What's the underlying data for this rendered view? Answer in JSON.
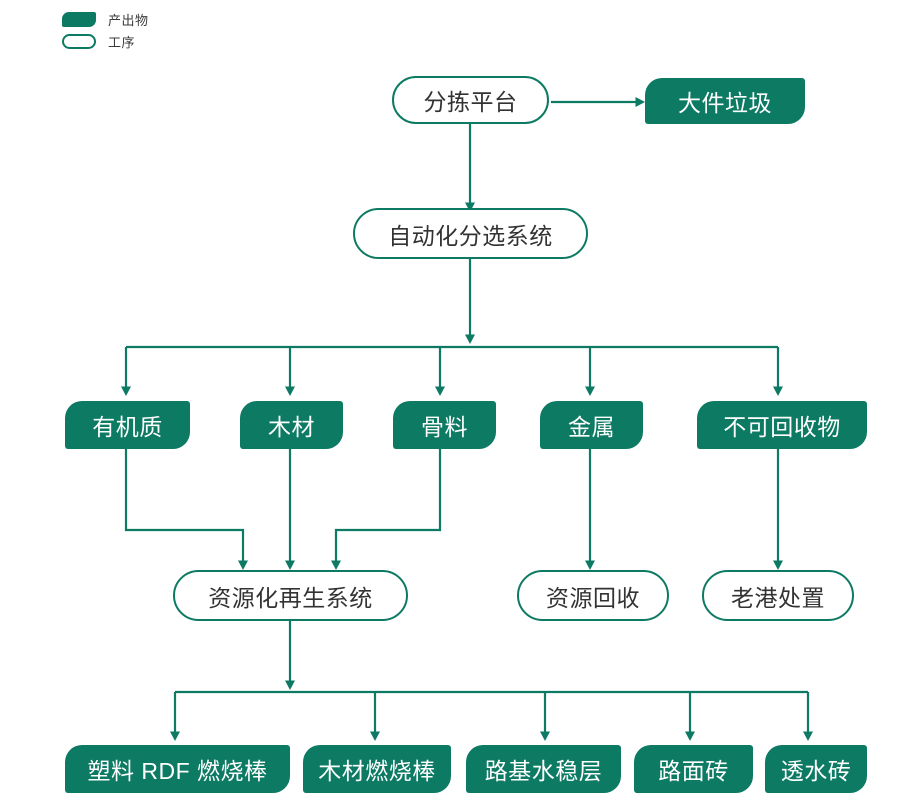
{
  "legend": {
    "items": [
      {
        "label": "产出物",
        "type": "output"
      },
      {
        "label": "工序",
        "type": "process"
      }
    ]
  },
  "colors": {
    "accent": "#0d7a63",
    "output_fill": "#0d7a63",
    "output_text": "#ffffff",
    "process_text": "#333333",
    "process_fill": "#ffffff",
    "background": "#ffffff",
    "legend_text": "#3b3b3b"
  },
  "nodes": {
    "sorting_platform": "分拣平台",
    "bulky_waste": "大件垃圾",
    "auto_sorting_system": "自动化分选系统",
    "organic": "有机质",
    "wood": "木材",
    "aggregate": "骨料",
    "metal": "金属",
    "non_recyclable": "不可回收物",
    "recycling_system": "资源化再生系统",
    "resource_recovery": "资源回收",
    "laogang_disposal": "老港处置",
    "plastic_rdf_stick": "塑料 RDF 燃烧棒",
    "wood_stick": "木材燃烧棒",
    "roadbase_layer": "路基水稳层",
    "pavement_brick": "路面砖",
    "permeable_brick": "透水砖"
  },
  "diagram": {
    "type": "flowchart",
    "edges": [
      {
        "from": "分拣平台",
        "to": "大件垃圾"
      },
      {
        "from": "分拣平台",
        "to": "自动化分选系统"
      },
      {
        "from": "自动化分选系统",
        "to": "有机质"
      },
      {
        "from": "自动化分选系统",
        "to": "木材"
      },
      {
        "from": "自动化分选系统",
        "to": "骨料"
      },
      {
        "from": "自动化分选系统",
        "to": "金属"
      },
      {
        "from": "自动化分选系统",
        "to": "不可回收物"
      },
      {
        "from": "有机质",
        "to": "资源化再生系统"
      },
      {
        "from": "木材",
        "to": "资源化再生系统"
      },
      {
        "from": "骨料",
        "to": "资源化再生系统"
      },
      {
        "from": "金属",
        "to": "资源回收"
      },
      {
        "from": "不可回收物",
        "to": "老港处置"
      },
      {
        "from": "资源化再生系统",
        "to": "塑料 RDF 燃烧棒"
      },
      {
        "from": "资源化再生系统",
        "to": "木材燃烧棒"
      },
      {
        "from": "资源化再生系统",
        "to": "路基水稳层"
      },
      {
        "from": "资源化再生系统",
        "to": "路面砖"
      },
      {
        "from": "资源化再生系统",
        "to": "透水砖"
      }
    ]
  }
}
